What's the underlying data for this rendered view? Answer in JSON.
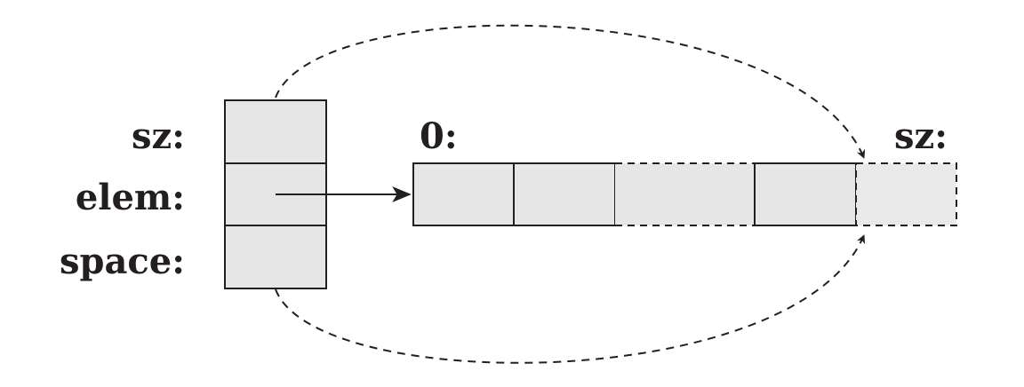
{
  "fields": {
    "sz": "sz:",
    "elem": "elem:",
    "space": "space:"
  },
  "array": {
    "start_label": "0:",
    "end_label": "sz:"
  },
  "colors": {
    "cell_fill": "#e6e6e6",
    "stroke": "#231f20",
    "background": "#ffffff"
  }
}
